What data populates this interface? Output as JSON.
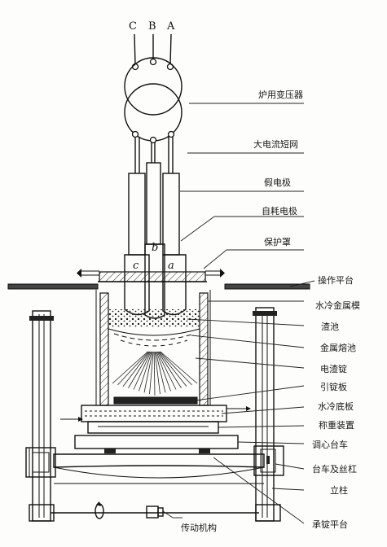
{
  "phases": [
    "C",
    "B",
    "A"
  ],
  "electrode_labels": {
    "c": "c",
    "b": "b",
    "a": "a"
  },
  "labels": {
    "transformer": "炉用变压器",
    "short_net": "大电流短网",
    "dummy_electrode": "假电极",
    "consumable_electrode": "自耗电极",
    "hood": "保护罩",
    "platform": "操作平台",
    "mold": "水冷金属模",
    "slag_pool": "渣池",
    "metal_pool": "金属熔池",
    "ingot": "电渣锭",
    "starter_plate": "引锭板",
    "baseplate": "水冷底板",
    "weighing": "称重装置",
    "centering_car": "调心台车",
    "car_screw": "台车及丝杠",
    "column": "立柱",
    "drive": "传动机构",
    "platform_base": "承锭平台"
  }
}
